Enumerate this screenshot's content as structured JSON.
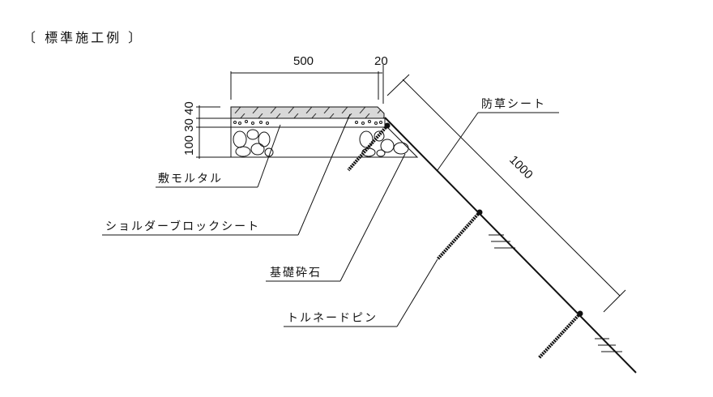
{
  "title": "〔 標準施工例 〕",
  "dimensions": {
    "width_block": "500",
    "width_gap": "20",
    "heights": "100 30 40",
    "slope_length": "1000"
  },
  "labels": {
    "weed_sheet": "防草シート",
    "mortar": "敷モルタル",
    "shoulder_block_sheet": "ショルダーブロックシート",
    "base_gravel": "基礎砕石",
    "tornado_pin": "トルネードピン"
  }
}
